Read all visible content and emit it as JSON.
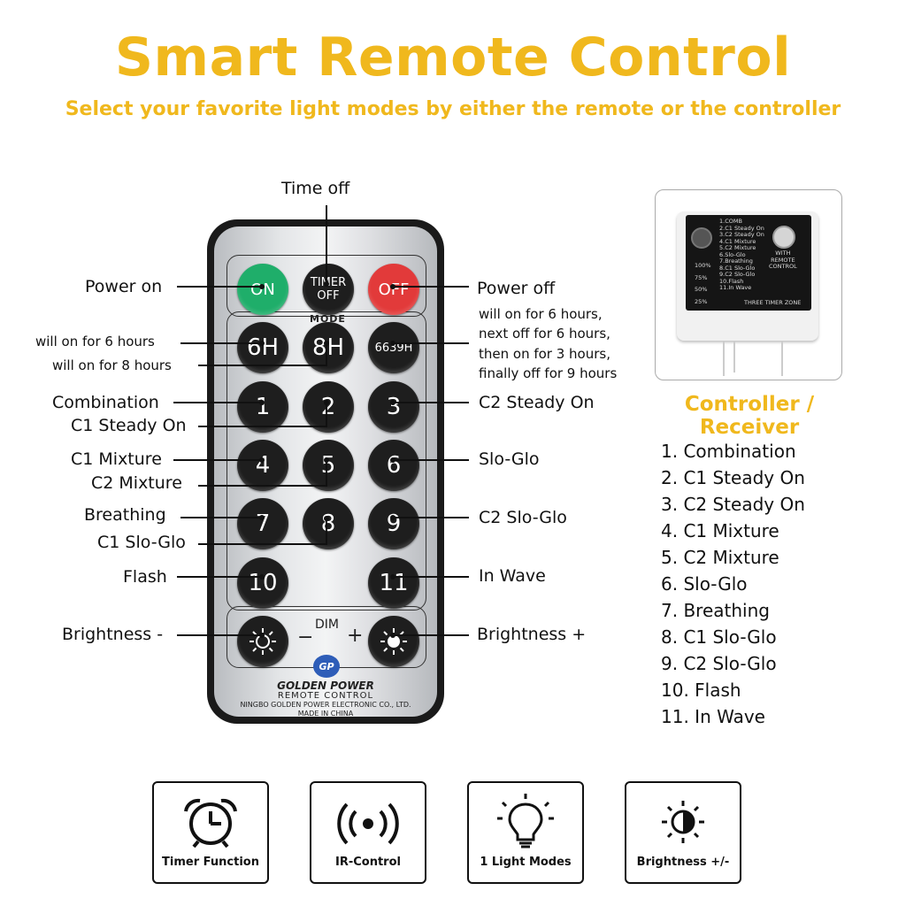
{
  "header": {
    "title": "Smart Remote Control",
    "subtitle": "Select your favorite light modes by either the remote or the controller"
  },
  "remote": {
    "buttons": {
      "on": "ON",
      "timer_line1": "TIMER",
      "timer_line2": "OFF",
      "off": "OFF",
      "h6": "6H",
      "h8": "8H",
      "h6639": "6639H",
      "b1": "1",
      "b2": "2",
      "b3": "3",
      "b4": "4",
      "b5": "5",
      "b6": "6",
      "b7": "7",
      "b8": "8",
      "b9": "9",
      "b10": "10",
      "b11": "11"
    },
    "mode_label": "MODE",
    "dim_label": "DIM",
    "minus": "−",
    "plus": "+",
    "logo": "GP",
    "brand": "GOLDEN POWER",
    "type": "REMOTE CONTROL",
    "company": "NINGBO GOLDEN POWER ELECTRONIC CO., LTD.",
    "origin": "MADE IN CHINA"
  },
  "callouts": {
    "time_off": "Time off",
    "power_on": "Power on",
    "power_off": "Power off",
    "power_off_desc": [
      "will on for 6 hours,",
      "next off for 6 hours,",
      "then on for 3 hours,",
      "finally off for 9 hours"
    ],
    "h6_desc": "will on for 6 hours",
    "h8_desc": "will on for 8 hours",
    "combination": "Combination",
    "c1_steady_on": "C1 Steady On",
    "c2_steady_on": "C2 Steady On",
    "c1_mixture": "C1 Mixture",
    "c2_mixture": "C2 Mixture",
    "slo_glo": "Slo-Glo",
    "breathing": "Breathing",
    "c1_slo_glo": "C1 Slo-Glo",
    "c2_slo_glo": "C2 Slo-Glo",
    "flash": "Flash",
    "in_wave": "In Wave",
    "brightness_minus": "Brightness -",
    "brightness_plus": "Brightness +"
  },
  "controller": {
    "modes_print": [
      "1.COMB",
      "2.C1 Steady On",
      "3.C2 Steady On",
      "4.C1 Mixture",
      "5.C2 Mixture",
      "6.Slo-Glo",
      "7.Breathing",
      "8.C1 Slo-Glo",
      "9.C2 Slo-Glo",
      "10.Flash",
      "11.In Wave"
    ],
    "with_remote": [
      "WITH",
      "REMOTE",
      "CONTROL"
    ],
    "percents": [
      "100%",
      "75%",
      "50%",
      "25%"
    ],
    "zone": "THREE TIMER ZONE",
    "title": "Controller / Receiver",
    "list": [
      "1. Combination",
      "2. C1 Steady On",
      "3. C2 Steady On",
      "4. C1 Mixture",
      "5. C2 Mixture",
      "6. Slo-Glo",
      "7. Breathing",
      "8. C1 Slo-Glo",
      "9. C2 Slo-Glo",
      "10. Flash",
      "11. In Wave"
    ]
  },
  "features": [
    {
      "label": "Timer Function",
      "icon": "alarm-clock-icon"
    },
    {
      "label": "IR-Control",
      "icon": "ir-signal-icon"
    },
    {
      "label": "1 Light Modes",
      "icon": "light-bulb-icon"
    },
    {
      "label": "Brightness +/-",
      "icon": "brightness-icon"
    }
  ]
}
